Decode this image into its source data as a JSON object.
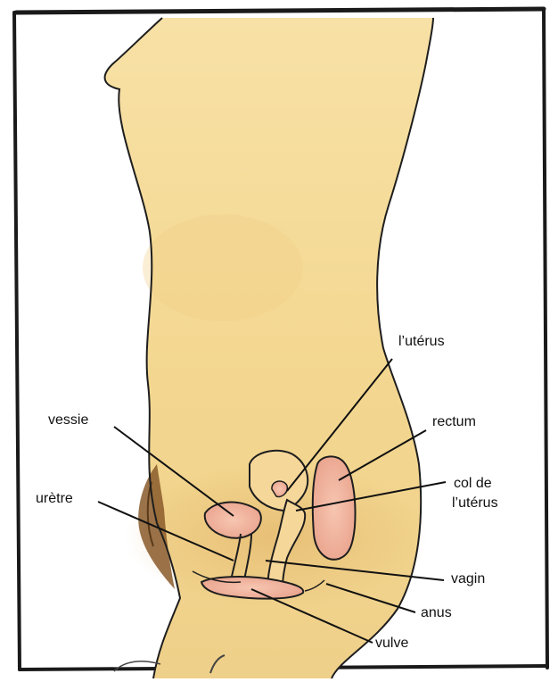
{
  "diagram": {
    "labels": {
      "uterus": "l’utérus",
      "rectum": "rectum",
      "cervix_line1": "col de",
      "cervix_line2": "l’utérus",
      "bladder": "vessie",
      "urethra": "urètre",
      "vagina": "vagin",
      "anus": "anus",
      "vulva": "vulve"
    }
  }
}
